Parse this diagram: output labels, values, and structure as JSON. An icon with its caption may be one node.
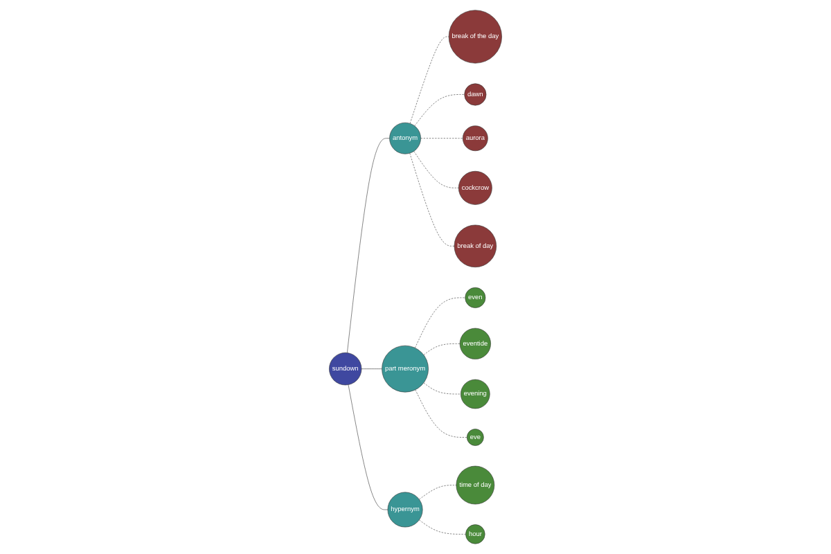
{
  "diagram": {
    "nodes": [
      {
        "text": [
          "break of the day"
        ]
      },
      {
        "text": [
          "dawn"
        ]
      },
      {
        "text": [
          "aurora"
        ]
      },
      {
        "text": [
          "cockcrow"
        ]
      },
      {
        "text": [
          "antonym"
        ]
      },
      {
        "text": [
          "break of day"
        ]
      },
      {
        "text": [
          "even"
        ]
      },
      {
        "text": [
          "eventide"
        ]
      },
      {
        "text": [
          "sundown"
        ]
      },
      {
        "text": [
          "part meronym"
        ]
      },
      {
        "text": [
          "evening"
        ]
      },
      {
        "text": [
          "eve"
        ]
      },
      {
        "text": [
          "hypernym"
        ]
      },
      {
        "text": [
          "hour"
        ]
      },
      {
        "text": [
          "time of day"
        ]
      }
    ],
    "edges": [
      {
        "from": 8,
        "to": 4,
        "arrow": "none"
      },
      {
        "from": 8,
        "to": 9,
        "arrow": "none"
      },
      {
        "from": 8,
        "to": 12,
        "arrow": "none"
      },
      {
        "from": 4,
        "to": 0,
        "arrow": "none",
        "style": "dashed"
      },
      {
        "from": 4,
        "to": 1,
        "arrow": "none",
        "style": "dashed"
      },
      {
        "from": 4,
        "to": 2,
        "arrow": "none",
        "style": "dashed"
      },
      {
        "from": 4,
        "to": 3,
        "arrow": "none",
        "style": "dashed"
      },
      {
        "from": 4,
        "to": 5,
        "arrow": "none",
        "style": "dashed"
      },
      {
        "from": 9,
        "to": 6,
        "arrow": "none",
        "style": "dashed"
      },
      {
        "from": 9,
        "to": 7,
        "arrow": "none",
        "style": "dashed"
      },
      {
        "from": 9,
        "to": 10,
        "arrow": "none",
        "style": "dashed"
      },
      {
        "from": 9,
        "to": 11,
        "arrow": "none",
        "style": "dashed"
      },
      {
        "from": 12,
        "to": 14,
        "arrow": "none",
        "style": "dashed"
      },
      {
        "from": 12,
        "to": 13,
        "arrow": "none",
        "style": "dashed"
      }
    ]
  }
}
